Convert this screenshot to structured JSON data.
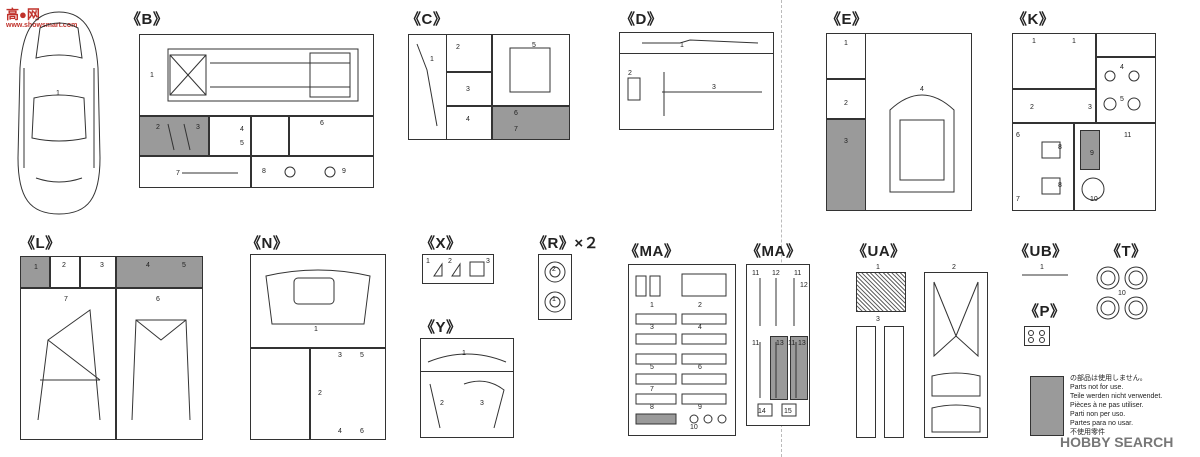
{
  "watermark_top": {
    "brand": "高●网",
    "url": "www.showsmart.com"
  },
  "watermark_bottom": "HOBBY SEARCH",
  "car_part_number": "1",
  "sprues": {
    "B": {
      "label": "《B》",
      "parts": [
        "1",
        "2",
        "3",
        "4",
        "5",
        "6",
        "7",
        "8",
        "9"
      ]
    },
    "C": {
      "label": "《C》",
      "parts": [
        "1",
        "2",
        "3",
        "4",
        "5",
        "6",
        "7"
      ]
    },
    "D": {
      "label": "《D》",
      "parts": [
        "1",
        "2",
        "3"
      ]
    },
    "E": {
      "label": "《E》",
      "parts": [
        "1",
        "2",
        "3",
        "4"
      ]
    },
    "K": {
      "label": "《K》",
      "parts": [
        "1",
        "1",
        "2",
        "3",
        "4",
        "5",
        "6",
        "7",
        "8",
        "8",
        "9",
        "10",
        "11"
      ]
    },
    "L": {
      "label": "《L》",
      "parts": [
        "1",
        "2",
        "3",
        "4",
        "5",
        "6",
        "7"
      ]
    },
    "N": {
      "label": "《N》",
      "parts": [
        "1",
        "2",
        "3",
        "4",
        "5",
        "6"
      ]
    },
    "X": {
      "label": "《X》",
      "parts": [
        "1",
        "2",
        "3"
      ]
    },
    "R": {
      "label": "《R》×２",
      "parts": [
        "2",
        "1"
      ]
    },
    "Y": {
      "label": "《Y》",
      "parts": [
        "1",
        "2",
        "3"
      ]
    },
    "MA1": {
      "label": "《MA》",
      "parts": [
        "1",
        "2",
        "3",
        "4",
        "5",
        "6",
        "7",
        "8",
        "9",
        "10"
      ]
    },
    "MA2": {
      "label": "《MA》",
      "parts": [
        "11",
        "12",
        "11",
        "12",
        "11",
        "13",
        "11",
        "13",
        "14",
        "15"
      ]
    },
    "UA": {
      "label": "《UA》",
      "parts": [
        "1",
        "2",
        "3"
      ]
    },
    "UB": {
      "label": "《UB》",
      "parts": [
        "1"
      ]
    },
    "T": {
      "label": "《T》",
      "parts": [
        "10"
      ]
    },
    "P": {
      "label": "《P》"
    }
  },
  "notice_lines": [
    "の部品は使用しません。",
    "Parts not for use.",
    "Teile werden nicht verwendet.",
    "Pièces à ne pas utiliser.",
    "Parti non per uso.",
    "Partes para no usar.",
    "不使用零件"
  ]
}
